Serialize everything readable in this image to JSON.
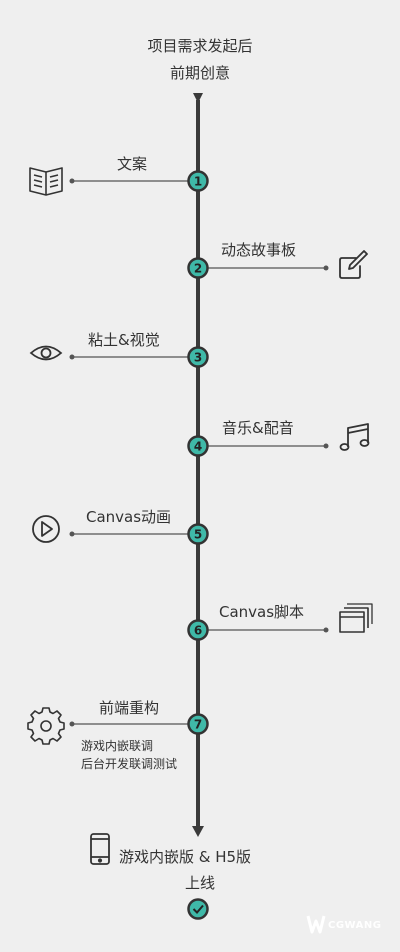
{
  "header": {
    "line1": "项目需求发起后",
    "line2": "前期创意"
  },
  "steps": [
    {
      "num": "1",
      "label": "文案",
      "side": "left",
      "icon": "book-icon"
    },
    {
      "num": "2",
      "label": "动态故事板",
      "side": "right",
      "icon": "edit-icon"
    },
    {
      "num": "3",
      "label": "粘土&视觉",
      "side": "left",
      "icon": "eye-icon"
    },
    {
      "num": "4",
      "label": "音乐&配音",
      "side": "right",
      "icon": "music-note-icon"
    },
    {
      "num": "5",
      "label": "Canvas动画",
      "side": "left",
      "icon": "play-icon"
    },
    {
      "num": "6",
      "label": "Canvas脚本",
      "side": "right",
      "icon": "windows-stack-icon"
    },
    {
      "num": "7",
      "label": "前端重构",
      "side": "left",
      "icon": "gear-icon",
      "sublines": [
        "游戏内嵌联调",
        "后台开发联调测试"
      ]
    }
  ],
  "footer": {
    "line1": "游戏内嵌版 & H5版",
    "line2": "上线",
    "icon": "tablet-icon"
  },
  "watermark": {
    "text": "CGWANG"
  },
  "colors": {
    "background": "#efefef",
    "line": "#3a3a3a",
    "node": "#3fb9a8",
    "node_ring": "#333333",
    "text": "#333333"
  }
}
